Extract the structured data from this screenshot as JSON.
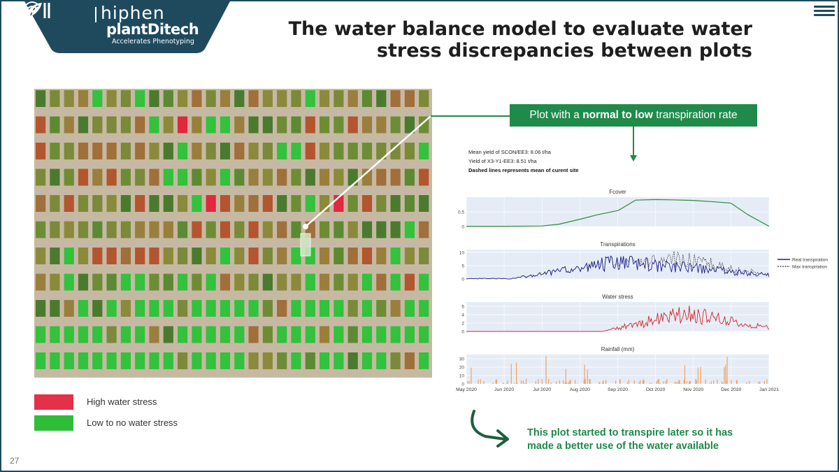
{
  "brand": {
    "name_top": "hiphen",
    "name_bottom": "plantDitech",
    "tagline": "Accelerates Phenotyping",
    "color": "#1f4a5e"
  },
  "title": {
    "line1": "The water balance model to evaluate water",
    "line2": "stress discrepancies between plots"
  },
  "callout": {
    "pre": "Plot with a ",
    "bold": "normal to low",
    "post": " transpiration rate",
    "color": "#1f8a4a"
  },
  "info": {
    "line1": "Mean yield of SCON/EE3: 8.06 t/ha",
    "line2": "Yield of X3-Y1-EE3: 8.51 t/ha",
    "line3": "Dashed lines represents mean of curent site"
  },
  "legend": {
    "high": {
      "label": "High water stress",
      "color": "#e5304a"
    },
    "low": {
      "label": "Low to no water stress",
      "color": "#2fbe3a"
    }
  },
  "page_number": "27",
  "conclusion": {
    "line1": "This plot started to transpire later so it has",
    "line2": "made a better use of the water available"
  },
  "icons": [
    "menu-icon",
    "wifi-icon",
    "leaf-logo-icon",
    "down-arrow-icon",
    "curved-arrow-icon"
  ],
  "chart_data": [
    {
      "type": "line",
      "title": "Fcover",
      "x": [
        "2020-05-01",
        "2020-06-01",
        "2020-07-01",
        "2020-07-15",
        "2020-08-01",
        "2020-08-15",
        "2020-09-01",
        "2020-09-15",
        "2020-10-01",
        "2020-10-15",
        "2020-11-01",
        "2020-11-15",
        "2020-12-01",
        "2020-12-15",
        "2021-01-01"
      ],
      "series": [
        {
          "values": [
            0.01,
            0.01,
            0.02,
            0.08,
            0.25,
            0.4,
            0.55,
            0.9,
            0.92,
            0.91,
            0.89,
            0.85,
            0.8,
            0.4,
            0.01
          ],
          "color": "#2b8a3e"
        }
      ],
      "yticks": [
        "0",
        "0.5"
      ],
      "ylim": [
        0,
        1
      ]
    },
    {
      "type": "line",
      "title": "Transpirations",
      "series": [
        {
          "name": "Real transpiration",
          "color": "#1f1f8f"
        },
        {
          "name": "Max transpiration",
          "color": "#333333"
        }
      ],
      "yticks": [
        "0",
        "5",
        "10"
      ],
      "ylim": [
        0,
        11
      ]
    },
    {
      "type": "line",
      "title": "Water stress",
      "series": [
        {
          "color": "#d62728"
        }
      ],
      "yticks": [
        "0",
        "2",
        "4",
        "6"
      ],
      "ylim": [
        0,
        7
      ]
    },
    {
      "type": "bar",
      "title": "Rainfall (mm)",
      "series": [
        {
          "color": "#f5a25d"
        }
      ],
      "yticks": [
        "0",
        "10",
        "20",
        "30"
      ],
      "ylim": [
        0,
        35
      ]
    }
  ],
  "x_ticks": [
    "May 2020",
    "Jun 2020",
    "Jul 2020",
    "Aug 2020",
    "Sep 2020",
    "Oct 2020",
    "Nov 2020",
    "Dec 2020",
    "Jan 2021"
  ]
}
